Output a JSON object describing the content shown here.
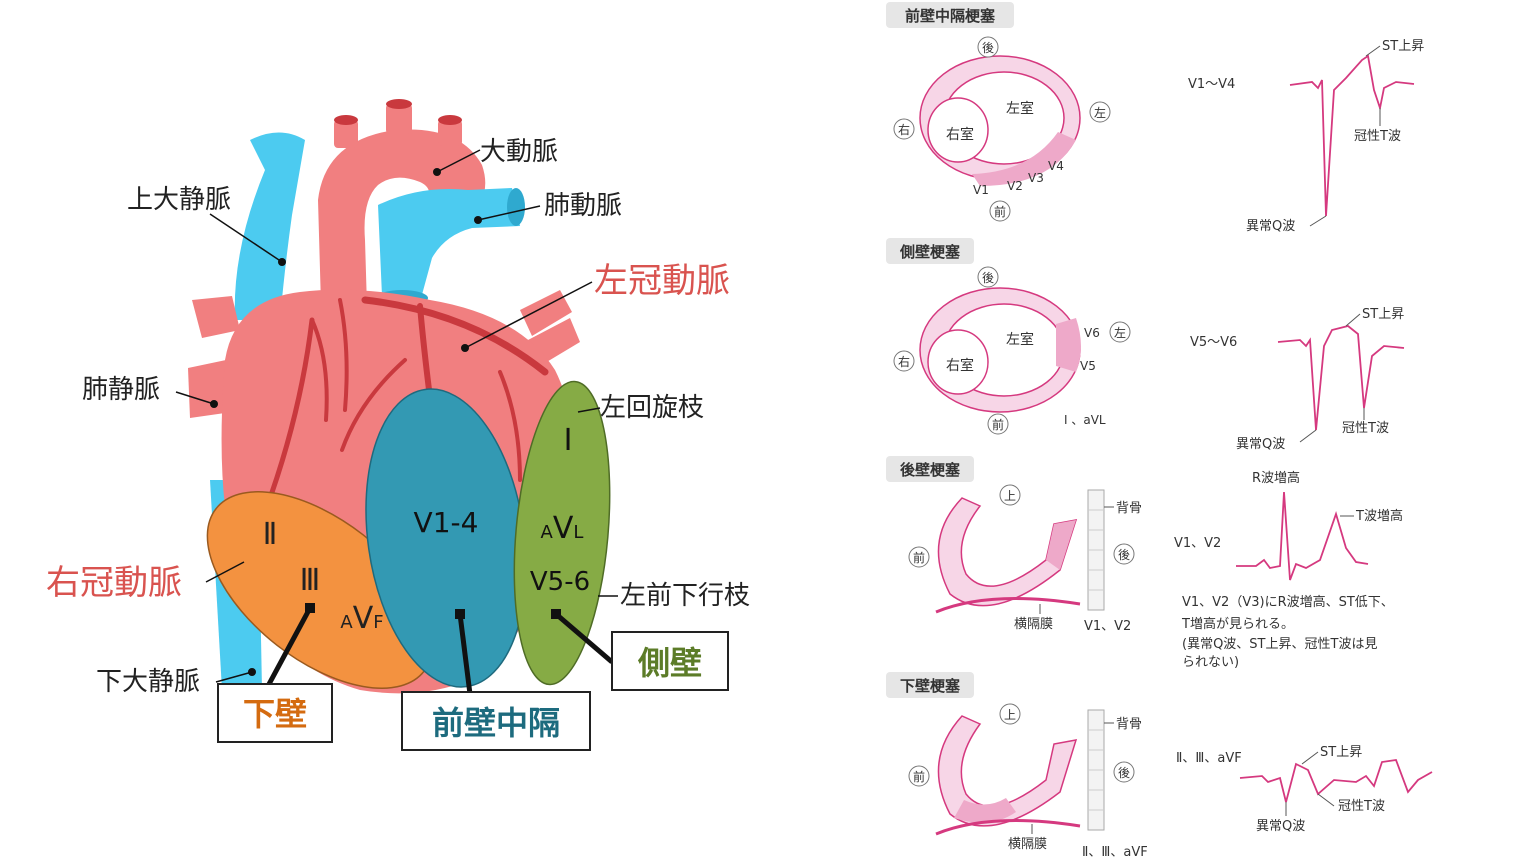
{
  "heart": {
    "labels": {
      "aorta": "大動脈",
      "superior_vena_cava": "上大静脈",
      "pulmonary_artery": "肺動脈",
      "left_coronary_artery": "左冠動脈",
      "pulmonary_vein": "肺静脈",
      "left_circumflex": "左回旋枝",
      "right_coronary_artery": "右冠動脈",
      "left_anterior_descending": "左前下行枝",
      "inferior_vena_cava": "下大静脈"
    },
    "zones": {
      "inferior": {
        "lead_1": "Ⅱ",
        "lead_2": "Ⅲ",
        "lead_3_sub": "A",
        "lead_3_main": "V",
        "lead_3_sub2": "F",
        "box_label": "下壁"
      },
      "anteroseptal": {
        "lead": "V1-4",
        "box_label": "前壁中隔"
      },
      "lateral": {
        "lead_1": "I",
        "lead_2_sub": "A",
        "lead_2_main": "V",
        "lead_2_sub2": "L",
        "lead_3": "V5-6",
        "box_label": "側壁"
      }
    }
  },
  "colors": {
    "heart": "#f17f80",
    "artery": "#c9393e",
    "vein": "#4ccbf0",
    "inferior_zone": "#f39240",
    "inferior_text": "#d46b10",
    "anteroseptal_zone": "#3399b3",
    "anteroseptal_text": "#1d6b7e",
    "lateral_zone": "#86ab45",
    "lateral_text": "#5c7c28",
    "coronary_label": "#d9534f",
    "ecg_trace": "#d5397f",
    "myocardium": "#f7d6e7"
  },
  "panels": {
    "anteroseptal": {
      "title": "前壁中隔梗塞",
      "pos_back": "後",
      "pos_right": "右",
      "pos_left": "左",
      "pos_front": "前",
      "lv": "左室",
      "rv": "右室",
      "leads": [
        "V1",
        "V2",
        "V3",
        "V4"
      ],
      "ecg_leads": "V1～V4",
      "st": "ST上昇",
      "t": "冠性T波",
      "q": "異常Q波"
    },
    "lateral": {
      "title": "側壁梗塞",
      "pos_back": "後",
      "pos_right": "右",
      "pos_left": "左",
      "pos_front": "前",
      "lv": "左室",
      "rv": "右室",
      "leads": [
        "V6",
        "V5"
      ],
      "limb_leads": "I 、aVL",
      "ecg_leads": "V5～V6",
      "st": "ST上昇",
      "t": "冠性T波",
      "q": "異常Q波"
    },
    "posterior": {
      "title": "後壁梗塞",
      "pos_up": "上",
      "pos_front": "前",
      "pos_back": "後",
      "spine": "背骨",
      "diaphragm": "横隔膜",
      "bottom_leads": "V1、V2",
      "ecg_leads": "V1、V2",
      "r": "R波増高",
      "t": "T波増高",
      "note": [
        "V1、V2（V3)にR波増高、ST低下、",
        "T増高が見られる。",
        "(異常Q波、ST上昇、冠性T波は見",
        "られない)"
      ]
    },
    "inferior": {
      "title": "下壁梗塞",
      "pos_up": "上",
      "pos_front": "前",
      "pos_back": "後",
      "spine": "背骨",
      "diaphragm": "横隔膜",
      "bottom_leads": "Ⅱ、Ⅲ、aVF",
      "ecg_leads": "Ⅱ、Ⅲ、aVF",
      "st": "ST上昇",
      "t": "冠性T波",
      "q": "異常Q波"
    }
  }
}
